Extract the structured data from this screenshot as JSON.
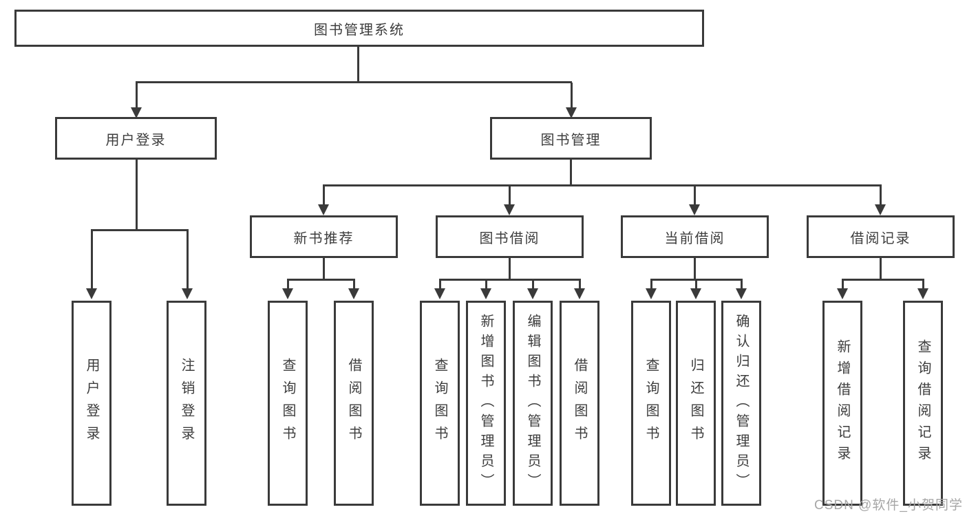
{
  "diagram": {
    "tree": {
      "root": {
        "label": "图书管理系统",
        "children": [
          {
            "label": "用户登录",
            "children": [
              {
                "label": "用户登录"
              },
              {
                "label": "注销登录"
              }
            ]
          },
          {
            "label": "图书管理",
            "children": [
              {
                "label": "新书推荐",
                "children": [
                  {
                    "label": "查询图书"
                  },
                  {
                    "label": "借阅图书"
                  }
                ]
              },
              {
                "label": "图书借阅",
                "children": [
                  {
                    "label": "查询图书"
                  },
                  {
                    "label": "新增图书（管理员）"
                  },
                  {
                    "label": "编辑图书（管理员）"
                  },
                  {
                    "label": "借阅图书"
                  }
                ]
              },
              {
                "label": "当前借阅",
                "children": [
                  {
                    "label": "查询图书"
                  },
                  {
                    "label": "归还图书"
                  },
                  {
                    "label": "确认归还（管理员）"
                  }
                ]
              },
              {
                "label": "借阅记录",
                "children": [
                  {
                    "label": "新增借阅记录"
                  },
                  {
                    "label": "查询借阅记录"
                  }
                ]
              }
            ]
          }
        ]
      }
    },
    "colors": {
      "line": "#3a3a3a",
      "text": "#3d3d3d",
      "watermark_text": "#a6a6a6",
      "background": "#ffffff"
    },
    "watermark": "CSDN @软件_小贺同学"
  }
}
